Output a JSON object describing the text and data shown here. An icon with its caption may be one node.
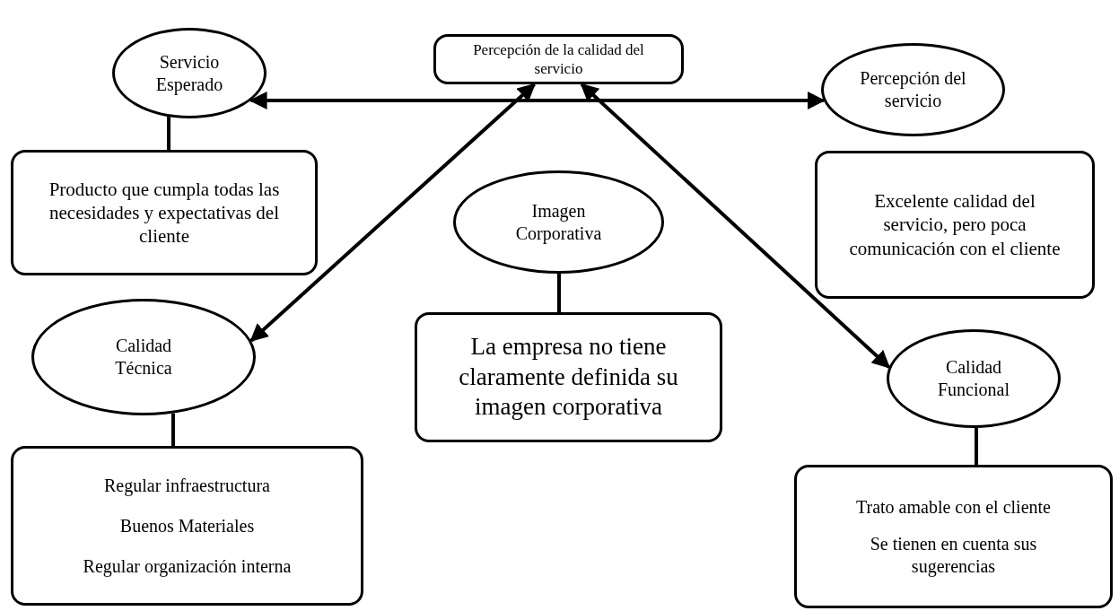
{
  "diagram": {
    "nodes": [
      {
        "text": [
          "Servicio Esperado"
        ]
      },
      {
        "text": [
          "Percepción de la calidad del servicio"
        ]
      },
      {
        "text": [
          "Percepción del servicio"
        ]
      },
      {
        "text": [
          "Producto que cumpla todas las necesidades y expectativas del cliente"
        ]
      },
      {
        "text": [
          "Excelente calidad del servicio, pero poca comunicación con el cliente"
        ]
      },
      {
        "text": [
          "Imagen Corporativa"
        ]
      },
      {
        "text": [
          "La empresa no tiene claramente definida su imagen corporativa"
        ]
      },
      {
        "text": [
          "Calidad Técnica"
        ]
      },
      {
        "text": [
          "Calidad Funcional"
        ]
      },
      {
        "text": [
          "Regular infraestructura",
          "Buenos Materiales",
          "Regular organización interna"
        ]
      },
      {
        "text": [
          "Trato amable con el cliente",
          "Se tienen en cuenta sus sugerencias"
        ]
      }
    ],
    "edges": [
      {
        "from": 0,
        "to": 2,
        "arrow": "both"
      },
      {
        "from": 7,
        "to": 1,
        "arrow": "both"
      },
      {
        "from": 1,
        "to": 8,
        "arrow": "both"
      },
      {
        "from": 0,
        "to": 3,
        "arrow": "none"
      },
      {
        "from": 5,
        "to": 6,
        "arrow": "none"
      },
      {
        "from": 7,
        "to": 9,
        "arrow": "none"
      },
      {
        "from": 8,
        "to": 10,
        "arrow": "none"
      }
    ]
  }
}
